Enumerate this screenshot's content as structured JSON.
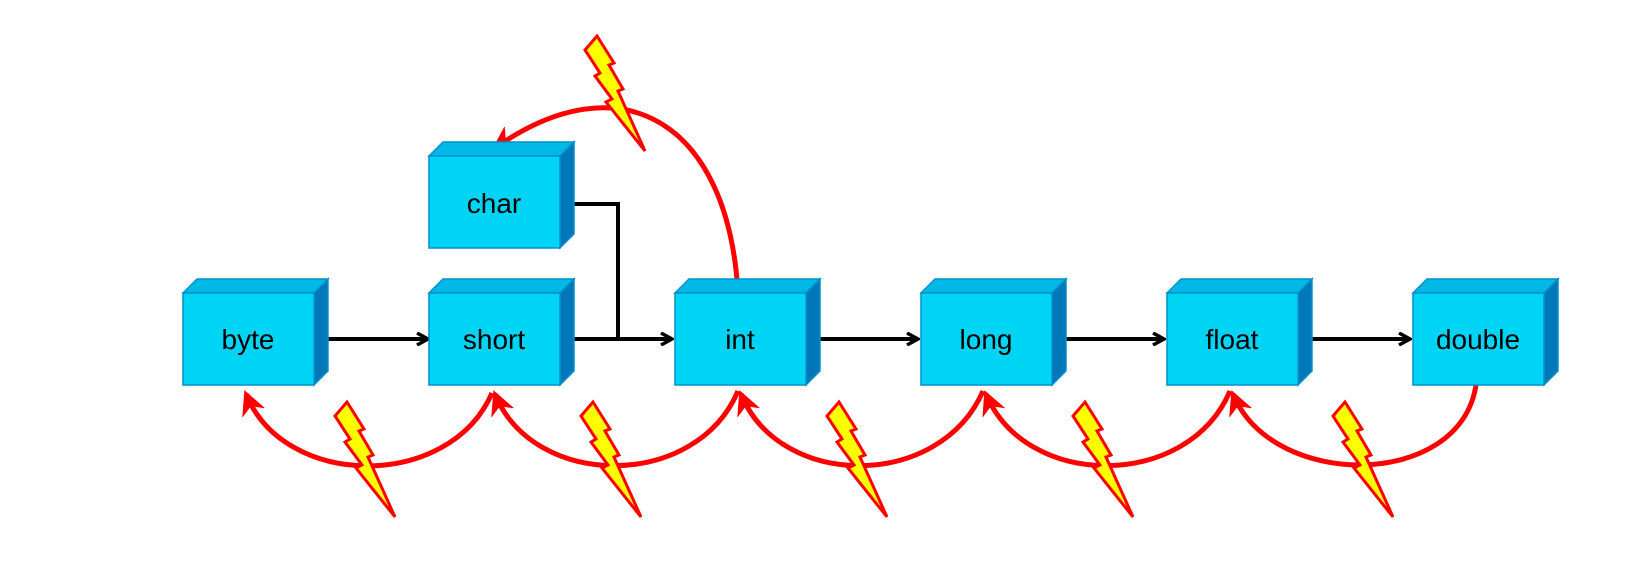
{
  "diagram": {
    "nodes": [
      {
        "id": "byte",
        "label": "byte"
      },
      {
        "id": "short",
        "label": "short"
      },
      {
        "id": "char",
        "label": "char"
      },
      {
        "id": "int",
        "label": "int"
      },
      {
        "id": "long",
        "label": "long"
      },
      {
        "id": "float",
        "label": "float"
      },
      {
        "id": "double",
        "label": "double"
      }
    ],
    "edges_widening": [
      {
        "from": "byte",
        "to": "short"
      },
      {
        "from": "short",
        "to": "int"
      },
      {
        "from": "char",
        "to": "int"
      },
      {
        "from": "int",
        "to": "long"
      },
      {
        "from": "long",
        "to": "float"
      },
      {
        "from": "float",
        "to": "double"
      }
    ],
    "edges_narrowing": [
      {
        "from": "short",
        "to": "byte"
      },
      {
        "from": "int",
        "to": "short"
      },
      {
        "from": "int",
        "to": "char"
      },
      {
        "from": "long",
        "to": "int"
      },
      {
        "from": "float",
        "to": "long"
      },
      {
        "from": "double",
        "to": "float"
      }
    ],
    "colors": {
      "box_front": "#00d4f5",
      "box_top": "#00b8e6",
      "box_side": "#0077b8",
      "box_edge": "#0090cc",
      "widening_arrow": "#000000",
      "narrowing_arrow": "#ff0000",
      "bolt_fill": "#ffff00",
      "bolt_stroke": "#ff0000"
    },
    "icons": {
      "narrowing_marker": "lightning-bolt-icon"
    }
  }
}
